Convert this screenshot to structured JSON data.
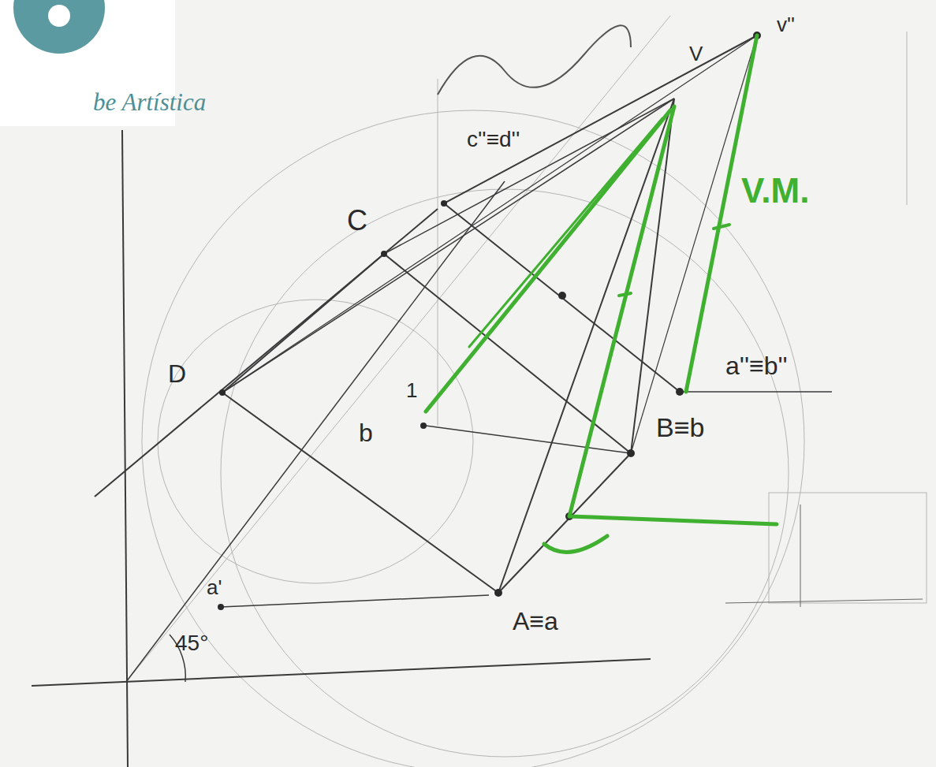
{
  "diagram": {
    "labels": [
      "be Artística",
      "v''",
      "V",
      "c''≡d''",
      "C",
      "D",
      "b",
      "1",
      "B≡b",
      "a''≡b''",
      "A≡a",
      "a'",
      "45°",
      "V.M."
    ]
  }
}
